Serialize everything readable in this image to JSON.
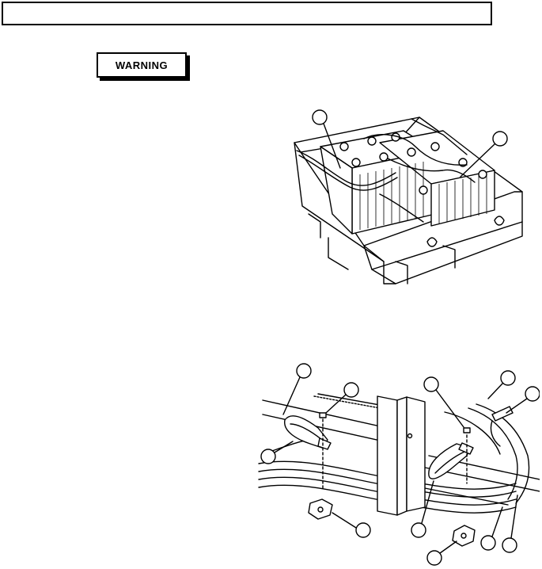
{
  "header": {
    "title": ""
  },
  "warning": {
    "label": "WARNING"
  },
  "figures": [
    {
      "name": "battery-box",
      "callouts": 2
    },
    {
      "name": "cable-clamp-assembly",
      "callouts": 11
    }
  ]
}
